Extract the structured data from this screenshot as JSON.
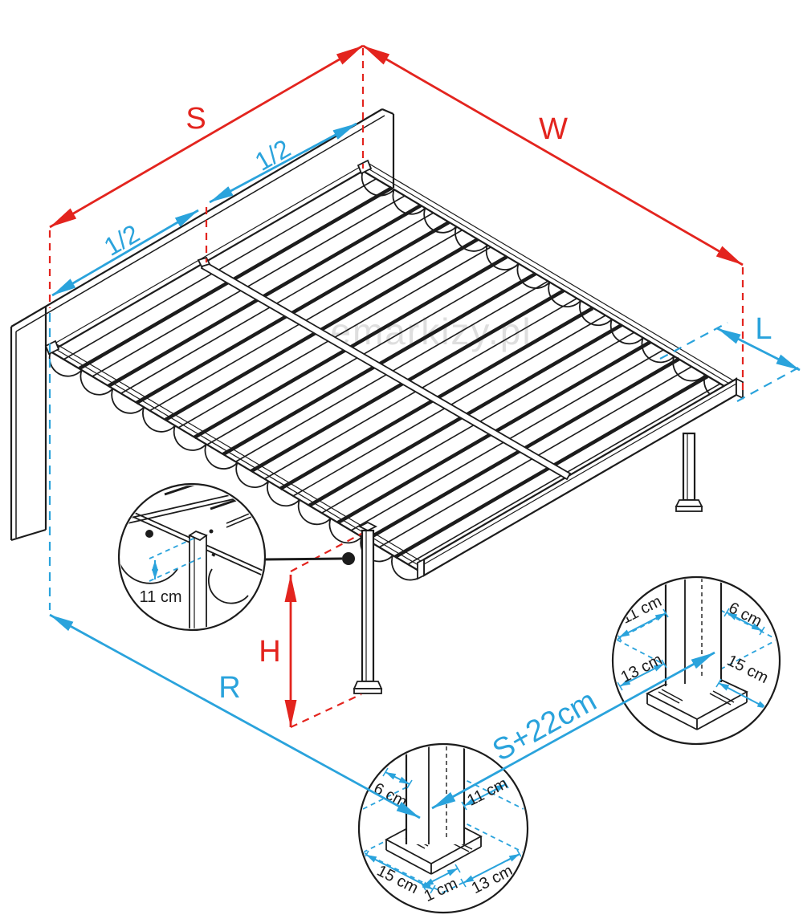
{
  "diagram": {
    "watermark": "emarkizy.pl",
    "colors": {
      "red": "#e3241e",
      "blue": "#2aa3dc",
      "line": "#1c1c1c",
      "watermark": "#dedede",
      "background": "#ffffff"
    },
    "dimensions": {
      "span_label": "S",
      "width_label": "W",
      "depth_label": "L",
      "height_label": "H",
      "diagonal_label": "R",
      "half_left_label": "1/2",
      "half_right_label": "1/2",
      "post_distance_label": "S+22cm"
    },
    "detail_callouts": {
      "post_top": {
        "offset": "11 cm"
      },
      "front_post_base": {
        "side_offset_left": "6 cm",
        "side_offset_right": "11 cm",
        "base_width_left": "15 cm",
        "base_gap": "1 cm",
        "base_width_right": "13 cm"
      },
      "rear_post_base": {
        "side_offset_left": "11 cm",
        "side_offset_right": "6 cm",
        "base_width_left": "13 cm",
        "base_width_right": "15 cm"
      }
    }
  }
}
